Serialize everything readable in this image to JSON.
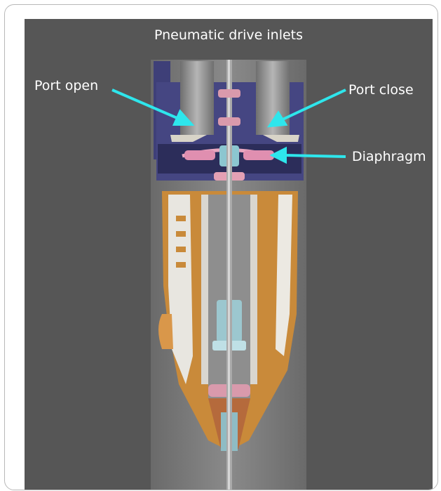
{
  "title": "Pneumatic drive inlets",
  "labels": {
    "port_open": "Port open",
    "port_close": "Port close",
    "diaphragm": "Diaphragm"
  },
  "colors": {
    "background": "#565656",
    "arrow": "#2ee6ec",
    "housing": "#3e3f78",
    "body": "#c98a3a",
    "white_part": "#e8e6e0",
    "seal": "#d98ca0",
    "frame_border": "#b8b8b8"
  }
}
